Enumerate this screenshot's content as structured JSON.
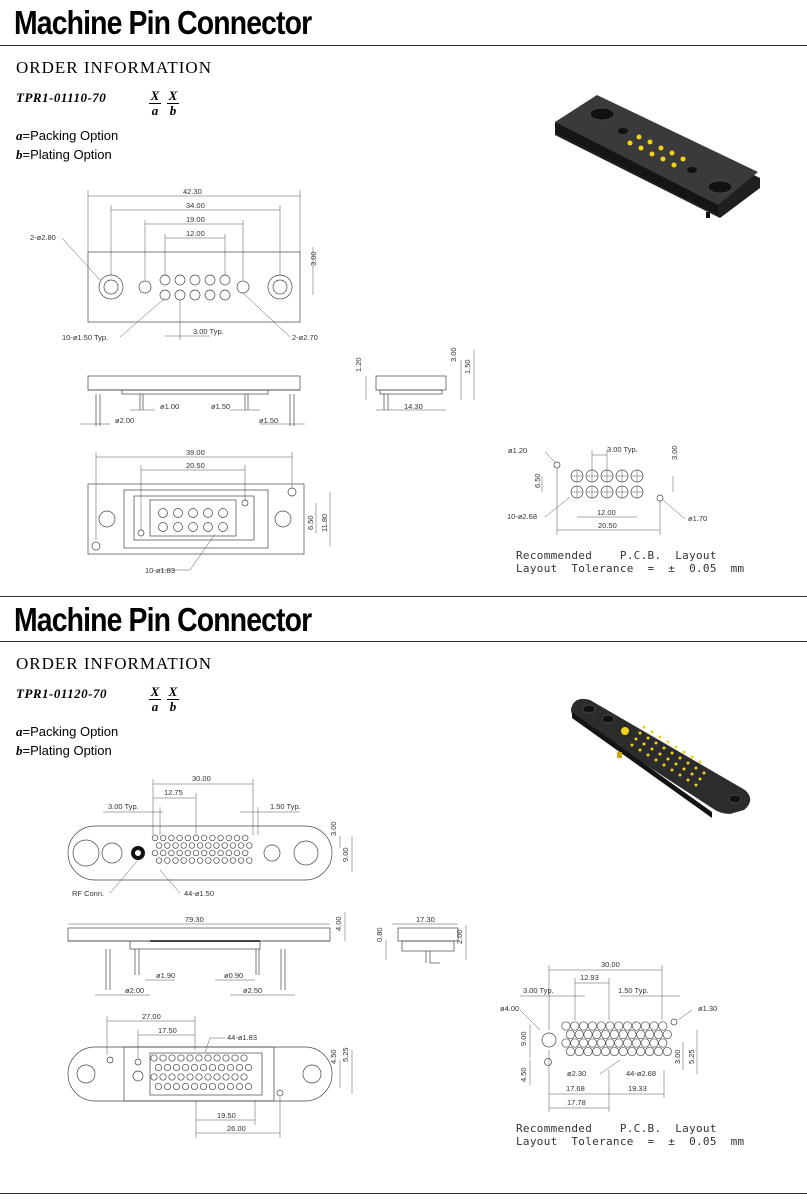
{
  "sections": [
    {
      "title": "Machine Pin Connector",
      "order_heading": "ORDER INFORMATION",
      "part_number": "TPR1-01110-70",
      "suffix": {
        "a_top": "X",
        "a_bot": "a",
        "b_top": "X",
        "b_bot": "b"
      },
      "options": [
        {
          "key": "a",
          "text": "=Packing Option"
        },
        {
          "key": "b",
          "text": "=Plating Option"
        }
      ],
      "dims": {
        "top": [
          "42.30",
          "34.00",
          "19.00",
          "12.00",
          "3.00",
          "2-ø2.80",
          "10-ø1.50 Typ.",
          "3.00 Typ.",
          "2-ø2.70"
        ],
        "side": [
          "ø2.00",
          "ø1.00",
          "ø1.50",
          "ø1.50"
        ],
        "end": [
          "1.20",
          "3.00",
          "1.50",
          "14.30"
        ],
        "bottom": [
          "39.00",
          "20.50",
          "6.50",
          "11.80",
          "10-ø1.83"
        ],
        "pcb": [
          "ø1.20",
          "3.00 Typ.",
          "3.00",
          "6.50",
          "10-ø2.68",
          "12.00",
          "20.50",
          "ø1.70"
        ]
      },
      "pcb_note": [
        "Recommended    P.C.B.  Layout",
        "Layout  Tolerance  =  ±  0.05  mm"
      ]
    },
    {
      "title": "Machine Pin Connector",
      "order_heading": "ORDER INFORMATION",
      "part_number": "TPR1-01120-70",
      "suffix": {
        "a_top": "X",
        "a_bot": "a",
        "b_top": "X",
        "b_bot": "b"
      },
      "options": [
        {
          "key": "a",
          "text": "=Packing Option"
        },
        {
          "key": "b",
          "text": "=Plating Option"
        }
      ],
      "dims": {
        "top": [
          "30.00",
          "12.75",
          "3.00 Typ.",
          "1.50 Typ.",
          "3.00",
          "9.00",
          "RF Conn.",
          "44-ø1.50"
        ],
        "side": [
          "79.30",
          "4.00",
          "ø1.90",
          "ø0.90",
          "ø2.00",
          "ø2.50"
        ],
        "end": [
          "17.30",
          "0.80",
          "2.00"
        ],
        "bottom": [
          "27.00",
          "17.50",
          "44-ø1.83",
          "4.50",
          "5.25",
          "19.50",
          "26.00"
        ],
        "pcb": [
          "30.00",
          "12.93",
          "3.00 Typ.",
          "1.50 Typ.",
          "ø4.00",
          "ø1.30",
          "9.00",
          "ø2.30",
          "44-ø2.68",
          "3.00",
          "5.25",
          "4.50",
          "17.68",
          "19.33",
          "17.78"
        ]
      },
      "pcb_note": [
        "Recommended    P.C.B.  Layout",
        "Layout  Tolerance  =  ±  0.05  mm"
      ]
    }
  ],
  "colors": {
    "connector_body": "#2a2a2a",
    "pin_gold": "#f2d21b"
  }
}
